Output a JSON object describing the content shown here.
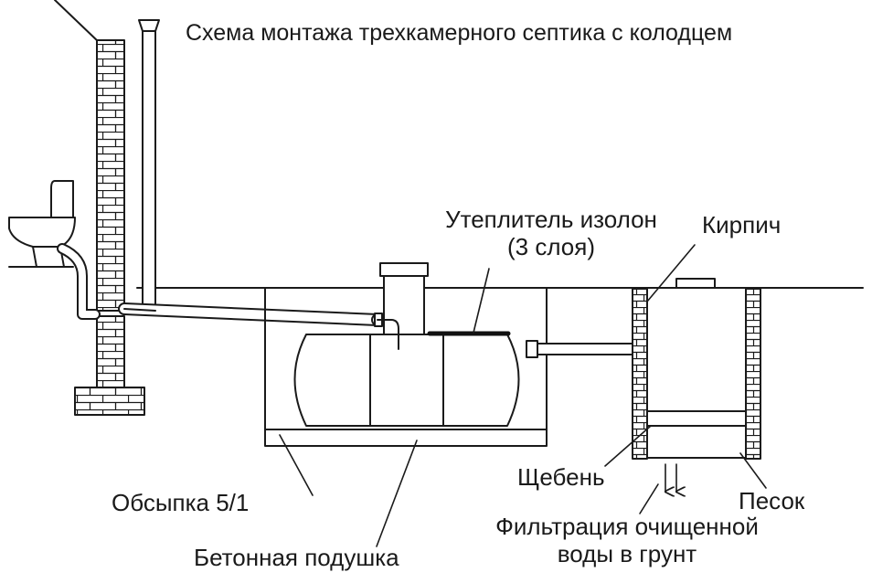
{
  "title": "Схема монтажа трехкамерного септика с колодцем",
  "labels": {
    "insulation_line1": "Утеплитель изолон",
    "insulation_line2": "(3 слоя)",
    "brick": "Кирпич",
    "backfill": "Обсыпка 5/1",
    "concrete_pad": "Бетонная подушка",
    "gravel": "Щебень",
    "sand": "Песок",
    "filtration_line1": "Фильтрация очищенной",
    "filtration_line2": "воды в грунт"
  },
  "colors": {
    "line": "#1a1a1a",
    "brick_fill": "#ffffff",
    "insulation": "#111111",
    "background": "#ffffff"
  }
}
